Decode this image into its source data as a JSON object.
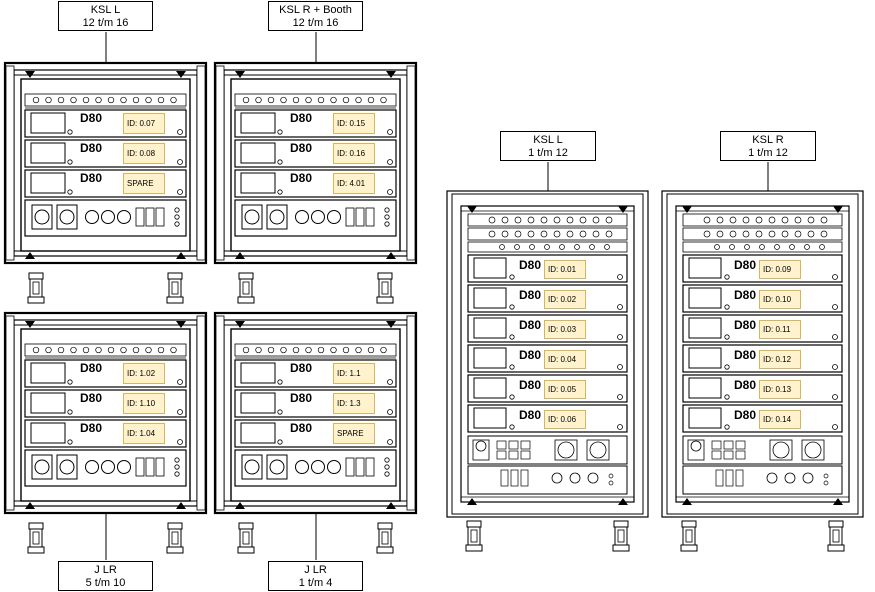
{
  "model_label": "D80",
  "racks": [
    {
      "id": "r1",
      "title": "KSL L",
      "subtitle": "12 t/m 16",
      "ids": [
        "ID: 0.07",
        "ID: 0.08",
        "SPARE"
      ]
    },
    {
      "id": "r2",
      "title": "KSL R + Booth",
      "subtitle": "12 t/m 16",
      "ids": [
        "ID: 0.15",
        "ID: 0.16",
        "ID: 4.01"
      ]
    },
    {
      "id": "r3",
      "title": "J LR",
      "subtitle": "5 t/m 10",
      "ids": [
        "ID: 1.02",
        "ID: 1.10",
        "ID: 1.04"
      ]
    },
    {
      "id": "r4",
      "title": "J LR",
      "subtitle": "1 t/m 4",
      "ids": [
        "ID: 1.1",
        "ID: 1.3",
        "SPARE"
      ]
    },
    {
      "id": "r5",
      "title": "KSL L",
      "subtitle": "1 t/m 12",
      "ids": [
        "ID: 0.01",
        "ID: 0.02",
        "ID: 0.03",
        "ID: 0.04",
        "ID: 0.05",
        "ID: 0.06"
      ]
    },
    {
      "id": "r6",
      "title": "KSL R",
      "subtitle": "1 t/m 12",
      "ids": [
        "ID: 0.09",
        "ID: 0.10",
        "ID: 0.11",
        "ID: 0.12",
        "ID: 0.13",
        "ID: 0.14"
      ]
    }
  ]
}
